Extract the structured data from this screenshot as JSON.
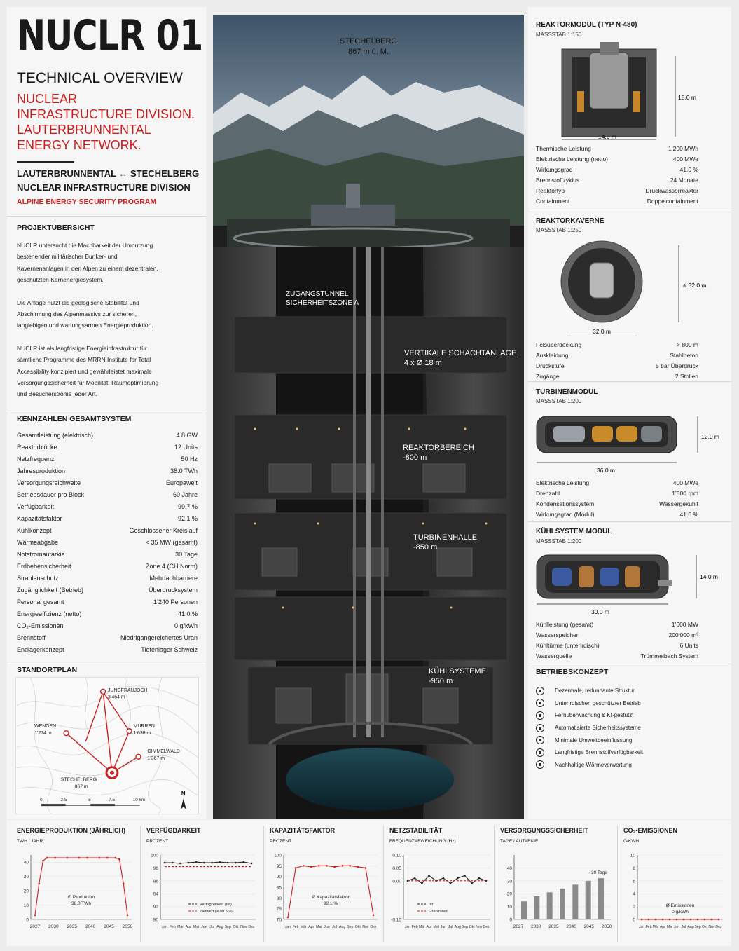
{
  "header": {
    "title": "NUCLR 01",
    "subtitle": "TECHNICAL OVERVIEW",
    "red_lines": [
      "NUCLEAR",
      "INFRASTRUCTURE DIVISION.",
      "LAUTERBRUNNENTAL",
      "ENERGY NETWORK."
    ],
    "route": "LAUTERBRUNNENTAL ↔ STECHELBERG",
    "division": "NUCLEAR INFRASTRUCTURE DIVISION",
    "program": "ALPINE ENERGY SECURITY PROGRAM"
  },
  "overview": {
    "title": "PROJEKTÜBERSICHT",
    "p1": "NUCLR untersucht die Machbarkeit der Umnutzung bestehender militärischer Bunker- und Kavernenanlagen in den Alpen zu einem dezentralen, geschützten Kernenergiesystem.",
    "p2": "Die Anlage nutzt die geologische Stabilität und Abschirmung des Alpenmassivs zur sicheren, langlebigen und wartungsarmen Energieproduktion.",
    "p3": "NUCLR ist als langfristige Energieinfrastruktur für sämtliche Programme des MRRN Institute for Total Accessibility konzipiert und gewährleistet maximale Versorgungssicherheit für Mobilität, Raumoptimierung und Besucherströme jeder Art."
  },
  "kpis": {
    "title": "KENNZAHLEN GESAMTSYSTEM",
    "rows": [
      [
        "Gesamtleistung (elektrisch)",
        "4.8 GW"
      ],
      [
        "Reaktorblöcke",
        "12 Units"
      ],
      [
        "Netzfrequenz",
        "50 Hz"
      ],
      [
        "Jahresproduktion",
        "38.0 TWh"
      ],
      [
        "Versorgungsreichweite",
        "Europaweit"
      ],
      [
        "Betriebsdauer pro Block",
        "60 Jahre"
      ],
      [
        "Verfügbarkeit",
        "99.7 %"
      ],
      [
        "Kapazitätsfaktor",
        "92.1 %"
      ],
      [
        "Kühlkonzept",
        "Geschlossener Kreislauf"
      ],
      [
        "Wärmeabgabe",
        "< 35 MW (gesamt)"
      ],
      [
        "Notstromautarkie",
        "30 Tage"
      ],
      [
        "Erdbebensicherheit",
        "Zone 4 (CH Norm)"
      ],
      [
        "Strahlenschutz",
        "Mehrfachbarriere"
      ],
      [
        "Zugänglichkeit (Betrieb)",
        "Überdrucksystem"
      ],
      [
        "Personal gesamt",
        "1’240 Personen"
      ],
      [
        "Energieeffizienz (netto)",
        "41.0 %"
      ],
      [
        "CO₂-Emissionen",
        "0 g/kWh"
      ],
      [
        "Brennstoff",
        "Niedrigangereichertes Uran"
      ],
      [
        "Endlagerkonzept",
        "Tiefenlager Schweiz"
      ]
    ]
  },
  "map": {
    "title": "STANDORTPLAN",
    "places": [
      {
        "name": "JUNGFRAUJOCH",
        "alt": "3’454 m"
      },
      {
        "name": "WENGEN",
        "alt": "1’274 m"
      },
      {
        "name": "MÜRREN",
        "alt": "1’638 m"
      },
      {
        "name": "GIMMELWALD",
        "alt": "1’367 m"
      },
      {
        "name": "STECHELBERG",
        "alt": "867 m"
      }
    ],
    "scale": [
      "0",
      "2.5",
      "5",
      "7.5",
      "10 km"
    ],
    "north": "N"
  },
  "section": {
    "top_label": "STECHELBERG",
    "top_alt": "867 m ü. M.",
    "labels": [
      {
        "l1": "ZUGANGSTUNNEL",
        "l2": "SICHERHEITSZONE A"
      },
      {
        "l1": "VERTIKALE SCHACHTANLAGE",
        "l2": "4 x Ø 18 m"
      },
      {
        "l1": "REAKTORBEREICH",
        "l2": "-800 m"
      },
      {
        "l1": "TURBINENHALLE",
        "l2": "-850 m"
      },
      {
        "l1": "KÜHLSYSTEME",
        "l2": "-950 m"
      }
    ]
  },
  "modules": [
    {
      "title": "REAKTORMODUL (TYP N-480)",
      "scale": "MASSSTAB 1:150",
      "w": "14.0 m",
      "h": "18.0 m",
      "rows": [
        [
          "Thermische Leistung",
          "1’200 MWh"
        ],
        [
          "Elektrische Leistung (netto)",
          "400 MWe"
        ],
        [
          "Wirkungsgrad",
          "41.0 %"
        ],
        [
          "Brennstoffzyklus",
          "24 Monate"
        ],
        [
          "Reaktortyp",
          "Druckwasserreaktor"
        ],
        [
          "Containment",
          "Doppelcontainment"
        ]
      ]
    },
    {
      "title": "REAKTORKAVERNE",
      "scale": "MASSSTAB 1:250",
      "w": "32.0 m",
      "h": "ø 32.0 m",
      "rows": [
        [
          "Felsüberdeckung",
          "> 800 m"
        ],
        [
          "Auskleidung",
          "Stahlbeton"
        ],
        [
          "Druckstufe",
          "5 bar Überdruck"
        ],
        [
          "Zugänge",
          "2 Stollen"
        ]
      ]
    },
    {
      "title": "TURBINENMODUL",
      "scale": "MASSSTAB 1:200",
      "w": "36.0 m",
      "h": "12.0 m",
      "rows": [
        [
          "Elektrische Leistung",
          "400 MWe"
        ],
        [
          "Drehzahl",
          "1’500 rpm"
        ],
        [
          "Kondensationssystem",
          "Wassergekühlt"
        ],
        [
          "Wirkungsgrad (Modul)",
          "41.0 %"
        ]
      ]
    },
    {
      "title": "KÜHLSYSTEM MODUL",
      "scale": "MASSSTAB 1:200",
      "w": "30.0 m",
      "h": "14.0 m",
      "rows": [
        [
          "Kühlleistung (gesamt)",
          "1’600 MW"
        ],
        [
          "Wasserspeicher",
          "200’000 m³"
        ],
        [
          "Kühltürme (unterirdisch)",
          "6 Units"
        ],
        [
          "Wasserquelle",
          "Trümmelbach System"
        ]
      ]
    }
  ],
  "concept": {
    "title": "BETRIEBSKONZEPT",
    "items": [
      {
        "icon": "network-icon",
        "label": "Dezentrale, redundante Struktur"
      },
      {
        "icon": "mountain-icon",
        "label": "Unterirdischer, geschützter Betrieb"
      },
      {
        "icon": "monitor-icon",
        "label": "Fernüberwachung & KI-gestützt"
      },
      {
        "icon": "shield-icon",
        "label": "Automatisierte Sicherheitssysteme"
      },
      {
        "icon": "leaf-icon",
        "label": "Minimale Umweltbeeinflussung"
      },
      {
        "icon": "fuel-icon",
        "label": "Langfristige Brennstoffverfügbarkeit"
      },
      {
        "icon": "recycle-icon",
        "label": "Nachhaltige Wärmeverwertung"
      }
    ]
  },
  "chart_data": [
    {
      "type": "line",
      "title": "ENERGIEPRODUKTION (JÄHRLICH)",
      "unit": "TWH / JAHR",
      "x_ticks": [
        "2027",
        "2030",
        "2035",
        "2040",
        "2045",
        "2050"
      ],
      "x": [
        2027,
        2028,
        2029,
        2030,
        2032,
        2035,
        2038,
        2040,
        2043,
        2045,
        2047,
        2048,
        2049,
        2050
      ],
      "values": [
        3,
        25,
        41,
        43,
        43,
        43,
        43,
        43,
        43,
        43,
        43,
        42,
        25,
        3
      ],
      "ylim": [
        0,
        45
      ],
      "y_ticks": [
        0,
        10,
        20,
        30,
        40
      ],
      "annotation": [
        "Ø Produktion",
        "38.0 TWh"
      ]
    },
    {
      "type": "line",
      "title": "VERFÜGBARKEIT",
      "unit": "PROZENT",
      "x_ticks": [
        "Jan",
        "Feb",
        "Mär",
        "Apr",
        "Mai",
        "Jun",
        "Jul",
        "Aug",
        "Sep",
        "Okt",
        "Nov",
        "Dez"
      ],
      "series": [
        {
          "name": "Verfügbarkeit (Ist)",
          "values": [
            98.8,
            98.8,
            98.7,
            98.8,
            98.9,
            98.8,
            98.8,
            98.9,
            98.8,
            98.8,
            98.9,
            98.7
          ]
        },
        {
          "name": "Zielwert (≥ 99.5 %)",
          "values": [
            98.2,
            98.2,
            98.2,
            98.2,
            98.2,
            98.2,
            98.2,
            98.2,
            98.2,
            98.2,
            98.2,
            98.2
          ]
        }
      ],
      "ylim": [
        90,
        100
      ],
      "y_ticks": [
        90,
        92,
        94,
        96,
        98,
        100
      ]
    },
    {
      "type": "line",
      "title": "KAPAZITÄTSFAKTOR",
      "unit": "PROZENT",
      "x_ticks": [
        "Jan",
        "Feb",
        "Mär",
        "Apr",
        "Mai",
        "Jun",
        "Jul",
        "Aug",
        "Sep",
        "Okt",
        "Nov",
        "Dez"
      ],
      "values": [
        71,
        94,
        95,
        94.5,
        95,
        95,
        94.5,
        95,
        95,
        94.5,
        94,
        72
      ],
      "ylim": [
        70,
        100
      ],
      "y_ticks": [
        70,
        75,
        80,
        85,
        90,
        95,
        100
      ],
      "annotation": [
        "Ø Kapazitätsfaktor",
        "92.1 %"
      ]
    },
    {
      "type": "line",
      "title": "NETZSTABILITÄT",
      "unit": "FREQUENZABWEICHUNG (Hz)",
      "x_ticks": [
        "Jan",
        "Feb",
        "Mär",
        "Apr",
        "Mai",
        "Jun",
        "Jul",
        "Aug",
        "Sep",
        "Okt",
        "Nov",
        "Dez"
      ],
      "series": [
        {
          "name": "Ist",
          "values": [
            0.0,
            0.01,
            -0.01,
            0.02,
            0.0,
            0.01,
            -0.01,
            0.01,
            0.02,
            -0.01,
            0.01,
            0.0
          ]
        },
        {
          "name": "Grenzwert",
          "values": [
            0.0,
            0.0,
            0.0,
            0.0,
            0.0,
            0.0,
            0.0,
            0.0,
            0.0,
            0.0,
            0.0,
            0.0
          ]
        }
      ],
      "ylim": [
        -0.15,
        0.1
      ],
      "y_ticks": [
        -0.15,
        0.0,
        0.05,
        0.1
      ]
    },
    {
      "type": "bar",
      "title": "VERSORGUNGSSICHERHEIT",
      "unit": "TAGE / AUTARKIE",
      "x_ticks": [
        "2027",
        "2030",
        "2035",
        "2040",
        "2045",
        "2050"
      ],
      "values": [
        14,
        18,
        21,
        24,
        27,
        30,
        32
      ],
      "ylim": [
        0,
        50
      ],
      "y_ticks": [
        0,
        10,
        20,
        30,
        40
      ],
      "annotation": [
        "30 Tage"
      ]
    },
    {
      "type": "line",
      "title": "CO₂-EMISSIONEN",
      "unit": "G/KWH",
      "x_ticks": [
        "Jan",
        "Feb",
        "Mär",
        "Apr",
        "Mai",
        "Jun",
        "Jul",
        "Aug",
        "Sep",
        "Okt",
        "Nov",
        "Dez"
      ],
      "values": [
        0,
        0,
        0,
        0,
        0,
        0,
        0,
        0,
        0,
        0,
        0,
        0
      ],
      "ylim": [
        0,
        10
      ],
      "y_ticks": [
        0,
        2,
        4,
        6,
        8,
        10
      ],
      "annotation": [
        "Ø Emissionen",
        "0 g/kWh"
      ]
    }
  ]
}
